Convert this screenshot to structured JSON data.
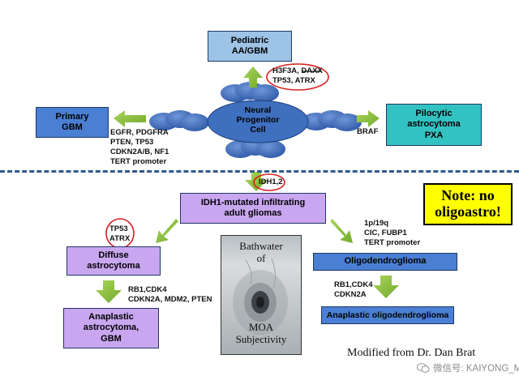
{
  "diagram": {
    "center": {
      "line1": "Neural",
      "line2": "Progenitor",
      "line3": "Cell"
    },
    "top": {
      "box": {
        "line1": "Pediatric",
        "line2": "AA/GBM"
      },
      "genes": {
        "line1": "H3F3A, DAXX",
        "line2": "TP53, ATRX"
      }
    },
    "left": {
      "box": {
        "line1": "Primary",
        "line2": "GBM"
      },
      "genes": [
        "EGFR, PDGFRA",
        "PTEN, TP53",
        "CDKN2A/B, NF1",
        "TERT promoter"
      ]
    },
    "right": {
      "box": {
        "line1": "Pilocytic",
        "line2": "astrocytoma",
        "line3": "PXA"
      },
      "genes": [
        "BRAF"
      ]
    },
    "down": {
      "genes": "IDH1,2"
    },
    "idh": {
      "line1": "IDH1-mutated infiltrating",
      "line2": "adult gliomas"
    },
    "astro": {
      "genes": {
        "line1": "TP53",
        "line2": "ATRX"
      },
      "box": {
        "line1": "Diffuse",
        "line2": "astrocytoma"
      },
      "genes2": [
        "RB1,CDK4",
        "CDKN2A, MDM2, PTEN"
      ],
      "anaplastic": {
        "line1": "Anaplastic",
        "line2": "astrocytoma,",
        "line3": "GBM"
      }
    },
    "oligo": {
      "genes": [
        "1p/19q",
        "CIC, FUBP1",
        "TERT promoter"
      ],
      "box": "Oligodendroglioma",
      "genes2": [
        "RB1,CDK4",
        "CDKN2A"
      ],
      "anaplastic": "Anaplastic oligodendroglioma"
    }
  },
  "note": {
    "line1": "Note: no",
    "line2": "oligoastro!"
  },
  "photo": {
    "line1": "Bathwater",
    "line2": "of",
    "line3": "MOA",
    "line4": "Subjectivity"
  },
  "credit": "Modified from Dr. Dan Brat",
  "watermark": "微信号: KAIYONG_MEI",
  "colors": {
    "blue_box": "#4a7fd4",
    "light_blue_box": "#9dc3e6",
    "teal_box": "#33c2c2",
    "purple_box": "#c9a6f0",
    "arrow_green": "#8dc63f",
    "ellipse_blue": "#3f6fbf",
    "circle_red": "#d62020",
    "note_yellow": "#ffff00"
  },
  "icons": {
    "arrows": "green-arrow",
    "cells": "blue-ellipse-cluster",
    "watermark": "wechat-icon"
  }
}
